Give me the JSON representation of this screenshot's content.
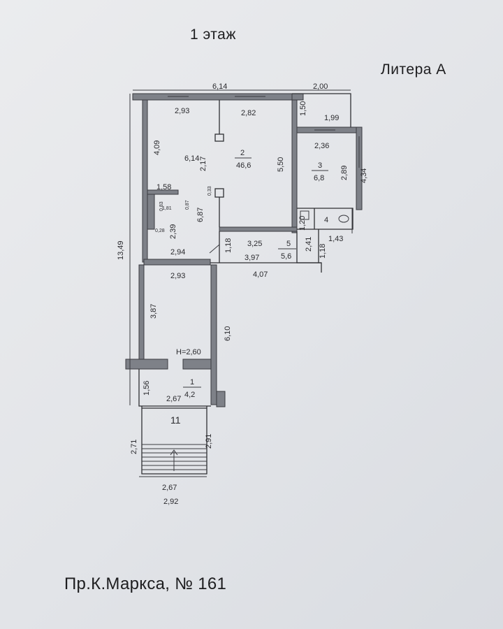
{
  "header": {
    "floor_label": "1 этаж",
    "litera_label": "Литера  А"
  },
  "footer": {
    "address": "Пр.К.Маркса, № 161"
  },
  "rooms": [
    {
      "number": "1",
      "area": "4,2"
    },
    {
      "number": "2",
      "area": "46,6"
    },
    {
      "number": "3",
      "area": "6,8"
    },
    {
      "number": "4",
      "area": ""
    },
    {
      "number": "5",
      "area": "5,6"
    },
    {
      "number": "11",
      "area": ""
    }
  ],
  "height_note": "H=2,60",
  "dimensions": {
    "top_total": "6,14",
    "top_right": "2,00",
    "top_left_room": "2,93",
    "top_mid_room": "2,82",
    "right_small_vert": "1,50",
    "right_small_width": "1,99",
    "room3_width": "2,36",
    "room3_height": "2,89",
    "right_outer": "4,34",
    "left_upper": "4,09",
    "room2_inner": "6,14",
    "room2_stub": "2,17",
    "room2_right": "5,50",
    "ledge_width": "1,58",
    "ledge_a": "0,83",
    "ledge_b": "1,81",
    "ledge_c": "0,28",
    "ledge_d": "0,87",
    "left_lower_a": "2,39",
    "column_h": "6,87",
    "column_w": "0,33",
    "niche_width": "2,94",
    "corridor_small": "1,18",
    "room5_width": "3,25",
    "room5_height": "2,41",
    "room5_inner": "3,97",
    "room4_vert": "1,20",
    "room4_stub": "1,18",
    "room4_width": "1,43",
    "total_height": "13,49",
    "mid_room_width": "2,93",
    "bottom_right_total": "4,07",
    "mid_room_height": "3,87",
    "mid_right_height": "6,10",
    "room1_height": "1,56",
    "room1_width": "2,67",
    "porch_left": "2,71",
    "porch_right": "2,91",
    "porch_width_inner": "2,67",
    "porch_width_outer": "2,92"
  }
}
